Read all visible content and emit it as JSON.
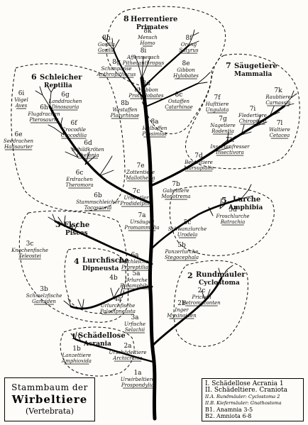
{
  "title": {
    "line1": "Stammbaum der",
    "line2": "Wirbeltiere",
    "line3": "(Vertebrata)"
  },
  "legend": {
    "row1": "I. Schädellose Acrania 1",
    "row2": "II. Schädeltiere. Craniota",
    "row3": "II.A. Rundmäuler: Cyclostoma 2",
    "row4": "II.B. Kiefermäuler: Gnathostoma",
    "row5": "B1. Anamnia 3-5",
    "row6": "B2. Amniota 6-8"
  },
  "groups": [
    {
      "id": "1",
      "num": "1",
      "german": "Schädellose",
      "latin": "Acrania"
    },
    {
      "id": "2",
      "num": "2",
      "german": "Rundmäuler",
      "latin": "Cyclostoma"
    },
    {
      "id": "3",
      "num": "3",
      "german": "Fische",
      "latin": "Pisces"
    },
    {
      "id": "4",
      "num": "4",
      "german": "Lurchfische",
      "latin": "Dipneusta"
    },
    {
      "id": "5",
      "num": "5",
      "german": "Lurche",
      "latin": "Amphibia"
    },
    {
      "id": "6",
      "num": "6",
      "german": "Schleicher",
      "latin": "Reptilia"
    },
    {
      "id": "7",
      "num": "7",
      "german": "Säugetiere",
      "latin": "Mammalia"
    },
    {
      "id": "8",
      "num": "8",
      "german": "Herrentiere",
      "latin": "Primates"
    }
  ],
  "taxa": {
    "t1a": {
      "code": "1a",
      "german": "Urwirbeltiere",
      "latin": "Prospondylia"
    },
    "t1b": {
      "code": "1b",
      "german": "Lanzettiere",
      "latin": "Amphioxida"
    },
    "t2a": {
      "code": "2a",
      "german": "Urschädeltiere",
      "latin": "Archicrania"
    },
    "t2b": {
      "code": "2b",
      "german": "Inger",
      "latin": "Myxinoiden"
    },
    "t2c": {
      "code": "2c",
      "german": "Pricken",
      "latin": "Petromyzonten"
    },
    "t3a": {
      "code": "3a",
      "german": "Urfische",
      "latin": "Selachii"
    },
    "t3b": {
      "code": "3b",
      "german": "Schmelzfische",
      "latin": "Ganoiden"
    },
    "t3c": {
      "code": "3c",
      "german": "Knochenfische",
      "latin": "Teleostei"
    },
    "t4a": {
      "code": "4a",
      "german": "Urlurchfische",
      "latin": "Paladipneusta"
    },
    "t4b": {
      "code": "4b",
      "german": "",
      "latin": ""
    },
    "t5a": {
      "code": "5a",
      "german": "Urlurche",
      "latin": "Proamphibia"
    },
    "t5b": {
      "code": "5b",
      "german": "Panzerlurche",
      "latin": "Stegocephala"
    },
    "t5c": {
      "code": "5c",
      "german": "Schwanzlurche",
      "latin": "Urodela"
    },
    "t5d": {
      "code": "5d",
      "german": "Froschlurche",
      "latin": "Batrachia"
    },
    "t6a": {
      "code": "6a",
      "german": "Urschleicher",
      "latin": "Proreptilia"
    },
    "t6b": {
      "code": "6b",
      "german": "Stammschleicher",
      "latin": "Tocosauria"
    },
    "t6c": {
      "code": "6c",
      "german": "Erdrachen",
      "latin": "Theromora"
    },
    "t6d": {
      "code": "6d",
      "german": "Schildkröten",
      "latin": "Chelonia"
    },
    "t6e": {
      "code": "6e",
      "german": "Seedrachen",
      "latin": "Halisaurier"
    },
    "t6f": {
      "code": "6f",
      "german": "Crocodile",
      "latin": "Crocodilia"
    },
    "t6g": {
      "code": "6g",
      "german": "Landdrachen",
      "latin": "Dinosauria"
    },
    "t6h": {
      "code": "6h",
      "german": "Flugdrachen",
      "latin": "Pterosauria"
    },
    "t6i": {
      "code": "6i",
      "german": "Vögel",
      "latin": "Aves"
    },
    "t7a": {
      "code": "7a",
      "german": "Ursäuger",
      "latin": "Promammalia"
    },
    "t7b": {
      "code": "7b",
      "german": "Gabeltiere",
      "latin": "Monotrema"
    },
    "t7c": {
      "code": "7c",
      "german": "Urbeutler",
      "latin": "Prodidelphia"
    },
    "t7d": {
      "code": "7d",
      "german": "Beuteltiere",
      "latin": "Marsupialia"
    },
    "t7e": {
      "code": "7e",
      "german": "Zottentiere",
      "latin": "Mallotheria"
    },
    "t7f": {
      "code": "7f",
      "german": "Hufttiere",
      "latin": "Ungulata"
    },
    "t7g": {
      "code": "7g",
      "german": "Nagetiere",
      "latin": "Rodentia"
    },
    "t7h": {
      "code": "7h",
      "german": "Insectenfresser",
      "latin": "Insectivora"
    },
    "t7i": {
      "code": "7i",
      "german": "Fledertiere",
      "latin": "Chiroptera"
    },
    "t7k": {
      "code": "7k",
      "german": "Raubtiere",
      "latin": "Carnassia"
    },
    "t7l": {
      "code": "7l",
      "german": "Waltiere",
      "latin": "Cetacea"
    },
    "t8a": {
      "code": "8a",
      "german": "Halbaffen",
      "latin": "Prosimiae"
    },
    "t8b": {
      "code": "8b",
      "german": "Westaffen",
      "latin": "Platyrhinae"
    },
    "t8c": {
      "code": "8c",
      "german": "Ostaffen",
      "latin": "Catarhinae"
    },
    "t8d": {
      "code": "8d",
      "german": "Urgibbon",
      "latin": "Prothylobates"
    },
    "t8e": {
      "code": "8e",
      "german": "Gibbon",
      "latin": "Hylobates"
    },
    "t8f": {
      "code": "8f",
      "german": "Orang",
      "latin": "Satyrus"
    },
    "t8g": {
      "code": "8g",
      "german": "Schimpanse",
      "latin": "Anthropithecus"
    },
    "t8h": {
      "code": "8h",
      "german": "Gorilla",
      "latin": "Gorilla"
    },
    "t8i": {
      "code": "8i",
      "german": "Affenmensch",
      "latin": "Pithecanthropus"
    },
    "t8k": {
      "code": "8k",
      "german": "Mensch",
      "latin": "Homo"
    }
  }
}
